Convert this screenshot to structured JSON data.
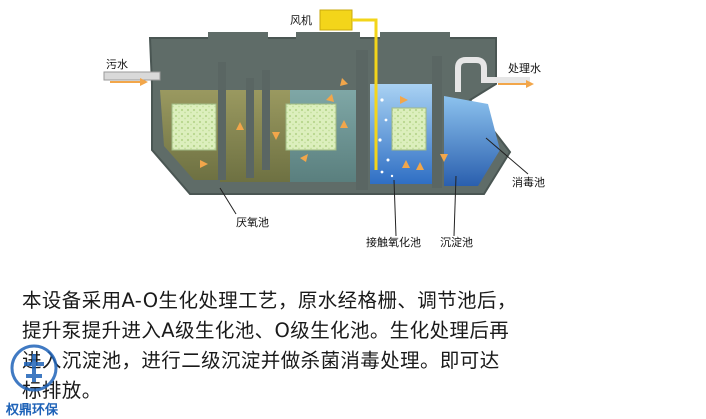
{
  "labels": {
    "blower": "风机",
    "inflow": "污水",
    "outflow": "处理水",
    "disinfection": "消毒池",
    "anoxic": "厌氧池",
    "contact_oxidation": "接触氧化池",
    "sedimentation": "沉淀池"
  },
  "caption": {
    "line1": "本设备采用A-O生化处理工艺，原水经格栅、调节池后，",
    "line2": "提升泵提升进入A级生化池、O级生化池。生化处理后再",
    "line3": "进入沉淀池，进行二级沉淀并做杀菌消毒处理。即可达",
    "line4": "标排放。"
  },
  "watermark": {
    "text": "权鼎环保"
  },
  "colors": {
    "tank_shell": "#5f6c68",
    "anoxic_water": "#8a8b52",
    "oxidation_water": "#6d9a9a",
    "contact_water": "#3d7fd4",
    "media_fill": "#d7ecb4",
    "flow_arrow": "#f2a64a",
    "blower": "#f3d51a",
    "watermark": "#1f63b8"
  }
}
